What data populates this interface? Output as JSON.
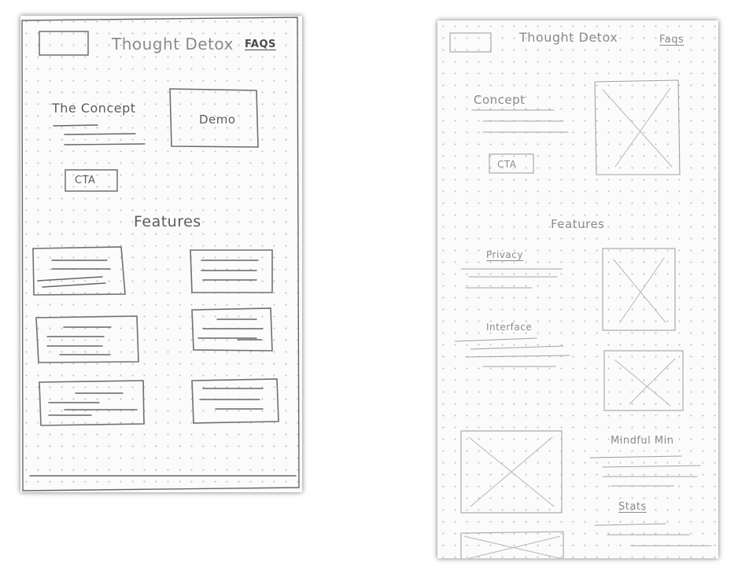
{
  "left_sketch": {
    "title": "Thought Detox",
    "faqs": "FAQS",
    "concept": "The Concept",
    "demo": "Demo",
    "cta": "CTA",
    "features": "Features"
  },
  "right_sketch": {
    "title": "Thought Detox",
    "faqs": "Faqs",
    "concept": "Concept",
    "cta": "CTA",
    "features": "Features",
    "privacy": "Privacy",
    "interface": "Interface",
    "mindful": "Mindful Min",
    "stats": "Stats"
  },
  "colors": {
    "paper": "#fbfbfb",
    "dot_grid": "#c2c2c2",
    "pencil": "#666666",
    "pencil_light": "#a3a3a3"
  }
}
